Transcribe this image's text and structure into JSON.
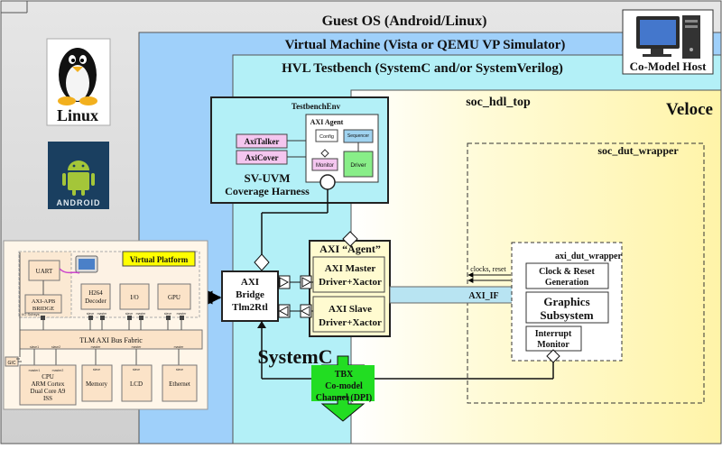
{
  "guest_os": {
    "title": "Guest OS (Android/Linux)"
  },
  "vm": {
    "title": "Virtual Machine (Vista or QEMU VP Simulator)"
  },
  "hvl": {
    "title": "HVL Testbench (SystemC and/or SystemVerilog)"
  },
  "co_model_host": {
    "label": "Co-Model Host"
  },
  "linux_logo": {
    "text": "Linux"
  },
  "android_logo": {
    "text": "ANDROID"
  },
  "soc_hdl_top": {
    "label": "soc_hdl_top"
  },
  "veloce": {
    "label": "Veloce"
  },
  "soc_dut_wrapper": {
    "label": "soc_dut_wrapper"
  },
  "testbench_env": {
    "title": "TestbenchEnv",
    "axi_agent_title": "AXI Agent",
    "config": "Config",
    "sequencer": "Sequencer",
    "monitor": "Monitor",
    "driver": "Driver",
    "axi_talker": "AxiTalker",
    "axi_cover": "AxiCover",
    "sv_uvm": "SV-UVM",
    "coverage_harness": "Coverage Harness"
  },
  "axi_agent_box": {
    "title": "AXI “Agent”",
    "master_line1": "AXI Master",
    "master_line2": "Driver+Xactor",
    "slave_line1": "AXI Slave",
    "slave_line2": "Driver+Xactor"
  },
  "axi_bridge": {
    "line1": "AXI",
    "line2": "Bridge",
    "line3": "Tlm2Rtl"
  },
  "systemc": {
    "label": "SystemC"
  },
  "axi_if": {
    "label": "AXI_IF"
  },
  "clocks_reset": {
    "label": "clocks, reset"
  },
  "axi_dut_wrapper": {
    "title": "axi_dut_wrapper",
    "clock_reset_line1": "Clock & Reset",
    "clock_reset_line2": "Generation",
    "graphics_line1": "Graphics",
    "graphics_line2": "Subsystem",
    "interrupt_line1": "Interrupt",
    "interrupt_line2": "Monitor"
  },
  "tbx": {
    "line1": "TBX",
    "line2": "Co-model",
    "line3": "Channel (DPI)"
  },
  "virtual_platform": {
    "label": "Virtual Platform",
    "uart": "UART",
    "axi_apb_line1": "AXI-APB",
    "axi_apb_line2": "BRIDGE",
    "io_subsys": "I/O Subsys",
    "h264_line1": "H264",
    "h264_line2": "Decoder",
    "io": "I/O",
    "gpu": "GPU",
    "bus_fabric": "TLM AXI Bus Fabric",
    "cpu_line1": "CPU",
    "cpu_line2": "ARM Cortex",
    "cpu_line3": "Dual Core A9",
    "cpu_line4": "ISS",
    "memory": "Memory",
    "lcd": "LCD",
    "ethernet": "Ethernet",
    "gic": "GIC",
    "slave": "slave",
    "master": "master",
    "master1": "master1",
    "master2": "master2",
    "slave1": "slave1",
    "slave2": "slave2"
  },
  "colors": {
    "guest_os_bg": "#dcdcdc",
    "vm_bg": "#9fd0fa",
    "hvl_bg": "#b3f0f7",
    "veloce_bg": "#fffbd0",
    "axi_if_bg": "#b8e4f2",
    "tbx_green": "#22dd22",
    "platform_bg": "#fbe9d3"
  }
}
